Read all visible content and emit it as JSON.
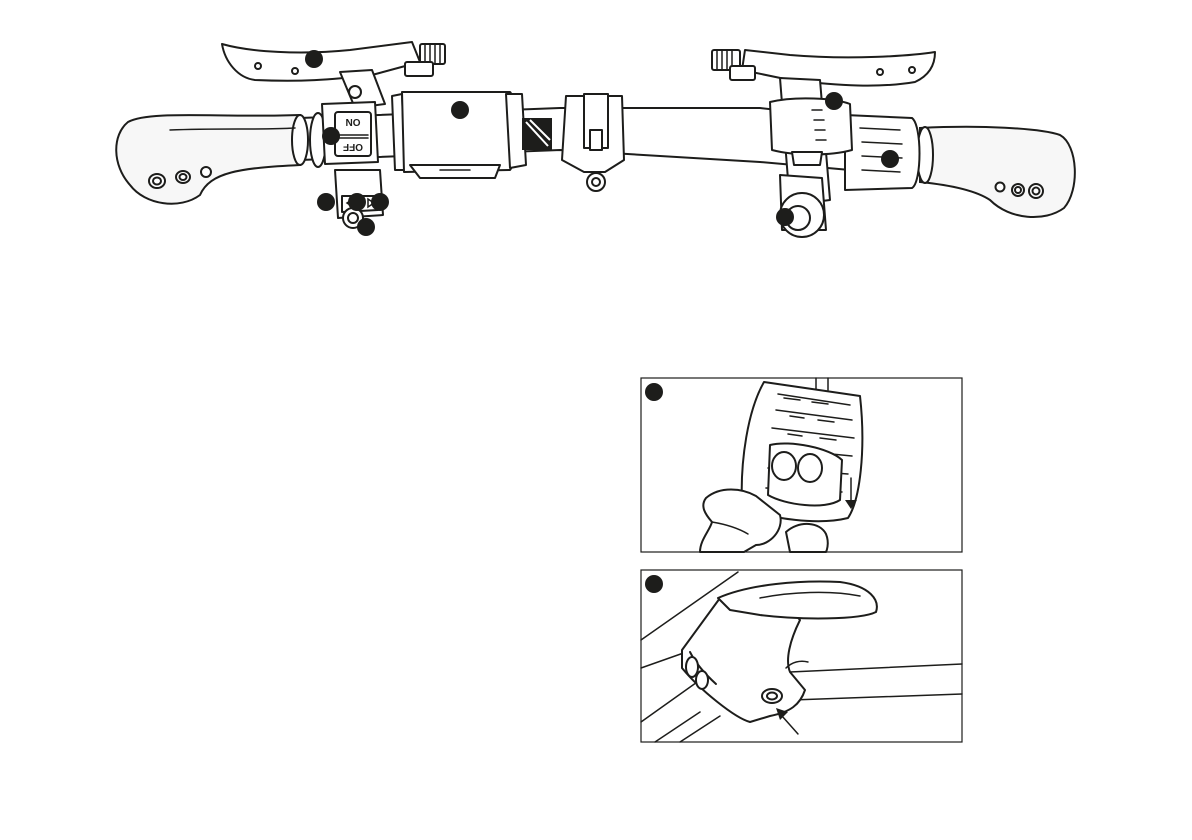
{
  "handlebar_diagram": {
    "switch_labels": {
      "on": "ON",
      "off": "OFF"
    },
    "callout_badges": [
      "brake-lever-left",
      "power-switch",
      "phone-holder",
      "display",
      "throttle-grip",
      "bell",
      "mode-down-button",
      "mode-center-button",
      "mode-up-button",
      "light-button"
    ]
  },
  "detail_panels": [
    {
      "id": "phone-holder-release",
      "arrow": "down"
    },
    {
      "id": "brake-lever-screw",
      "arrow": "up-left"
    }
  ],
  "colors": {
    "ink": "#1d1d1b",
    "paper": "#ffffff",
    "grip": "#f7f7f7"
  }
}
